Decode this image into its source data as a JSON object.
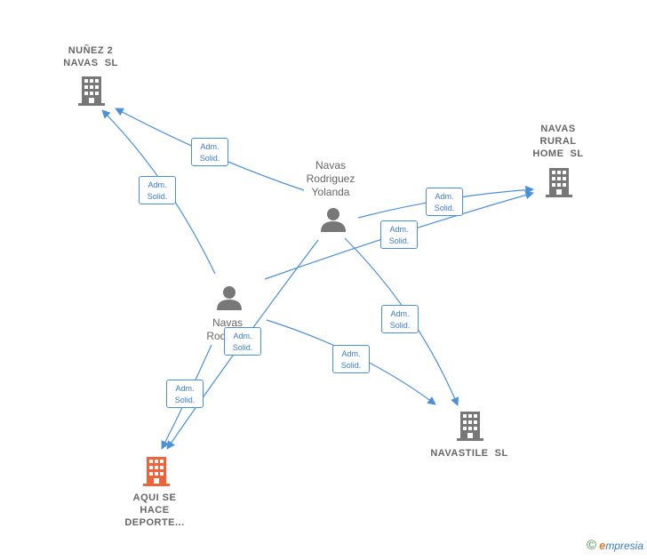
{
  "nodes": {
    "nunez": {
      "line1": "NUÑEZ 2",
      "line2": "NAVAS  SL"
    },
    "navas_rural": {
      "line1": "NAVAS",
      "line2": "RURAL",
      "line3": "HOME  SL"
    },
    "yolanda": {
      "line1": "Navas",
      "line2": "Rodriguez",
      "line3": "Yolanda"
    },
    "navas_person": {
      "line1": "Navas",
      "line2": "Rodrig…"
    },
    "navastile": {
      "line1": "NAVASTILE  SL"
    },
    "aqui": {
      "line1": "AQUI SE",
      "line2": "HACE",
      "line3": "DEPORTE..."
    }
  },
  "edges": {
    "e1": {
      "line1": "Adm.",
      "line2": "Solid."
    },
    "e2": {
      "line1": "Adm.",
      "line2": "Solid."
    },
    "e3": {
      "line1": "Adm.",
      "line2": "Solid."
    },
    "e4": {
      "line1": "Adm.",
      "line2": "Solid."
    },
    "e5": {
      "line1": "Adm.",
      "line2": "Solid."
    },
    "e6": {
      "line1": "Adm.",
      "line2": "Solid."
    },
    "e7": {
      "line1": "Adm.",
      "line2": "Solid."
    },
    "e8": {
      "line1": "Adm.",
      "line2": "Solid."
    }
  },
  "colors": {
    "edge": "#4a90d9",
    "company": "#777777",
    "highlight": "#f0623a",
    "person": "#777777"
  },
  "footer": {
    "copyright": "©",
    "brand_e": "e",
    "brand_rest": "mpresia"
  }
}
